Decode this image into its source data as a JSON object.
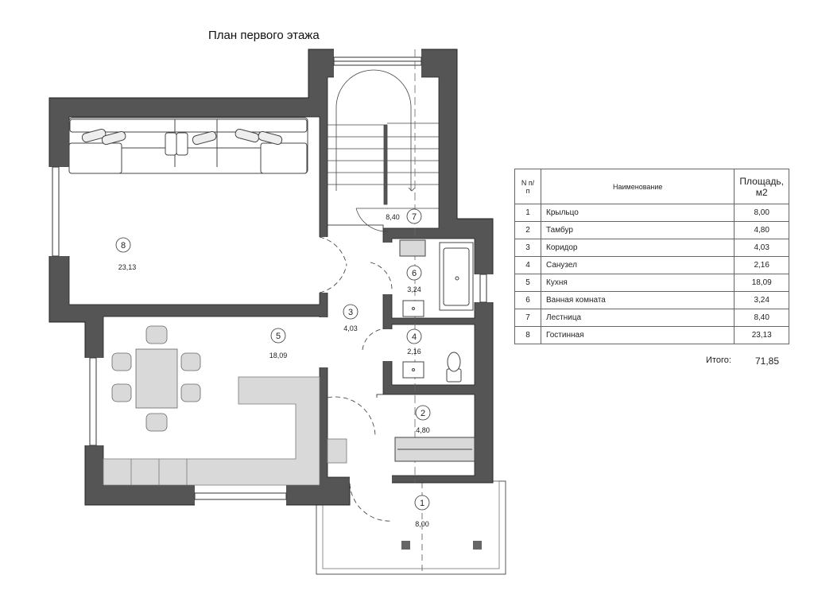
{
  "title": "План первого этажа",
  "plan_labels": [
    {
      "num": "1",
      "area": "8,00"
    },
    {
      "num": "2",
      "area": "4,80"
    },
    {
      "num": "3",
      "area": "4,03"
    },
    {
      "num": "4",
      "area": "2,16"
    },
    {
      "num": "5",
      "area": "18,09"
    },
    {
      "num": "6",
      "area": "3,24"
    },
    {
      "num": "7",
      "area": "8,40"
    },
    {
      "num": "8",
      "area": "23,13"
    }
  ],
  "table": {
    "headers": {
      "num": "N п/п",
      "name": "Наименование",
      "area_line1": "Площадь,",
      "area_line2": "м2"
    },
    "rows": [
      {
        "num": "1",
        "name": "Крыльцо",
        "area": "8,00"
      },
      {
        "num": "2",
        "name": "Тамбур",
        "area": "4,80"
      },
      {
        "num": "3",
        "name": "Коридор",
        "area": "4,03"
      },
      {
        "num": "4",
        "name": "Санузел",
        "area": "2,16"
      },
      {
        "num": "5",
        "name": "Кухня",
        "area": "18,09"
      },
      {
        "num": "6",
        "name": "Ванная комната",
        "area": "3,24"
      },
      {
        "num": "7",
        "name": "Лестница",
        "area": "8,40"
      },
      {
        "num": "8",
        "name": "Гостинная",
        "area": "23,13"
      }
    ],
    "total_label": "Итого:",
    "total_value": "71,85"
  },
  "colors": {
    "wall": "#555555",
    "furniture": "#d9d9d9",
    "line": "#333333"
  }
}
